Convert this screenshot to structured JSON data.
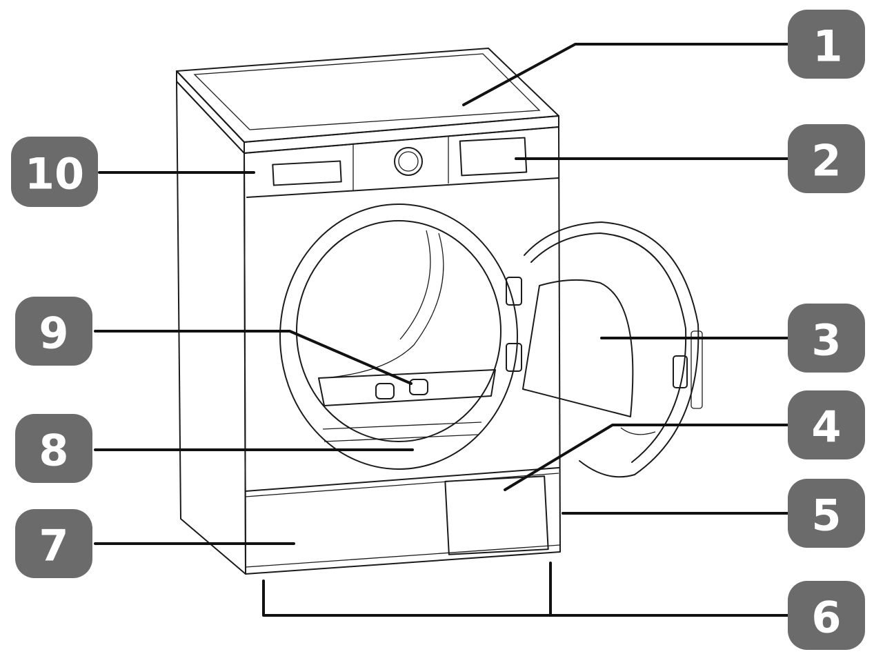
{
  "callouts": [
    {
      "id": "1",
      "label": "1"
    },
    {
      "id": "2",
      "label": "2"
    },
    {
      "id": "3",
      "label": "3"
    },
    {
      "id": "4",
      "label": "4"
    },
    {
      "id": "5",
      "label": "5"
    },
    {
      "id": "6",
      "label": "6"
    },
    {
      "id": "7",
      "label": "7"
    },
    {
      "id": "8",
      "label": "8"
    },
    {
      "id": "9",
      "label": "9"
    },
    {
      "id": "10",
      "label": "10"
    }
  ],
  "colors": {
    "badge": "#6b6b6b",
    "badge_text": "#ffffff",
    "line": "#111111"
  }
}
